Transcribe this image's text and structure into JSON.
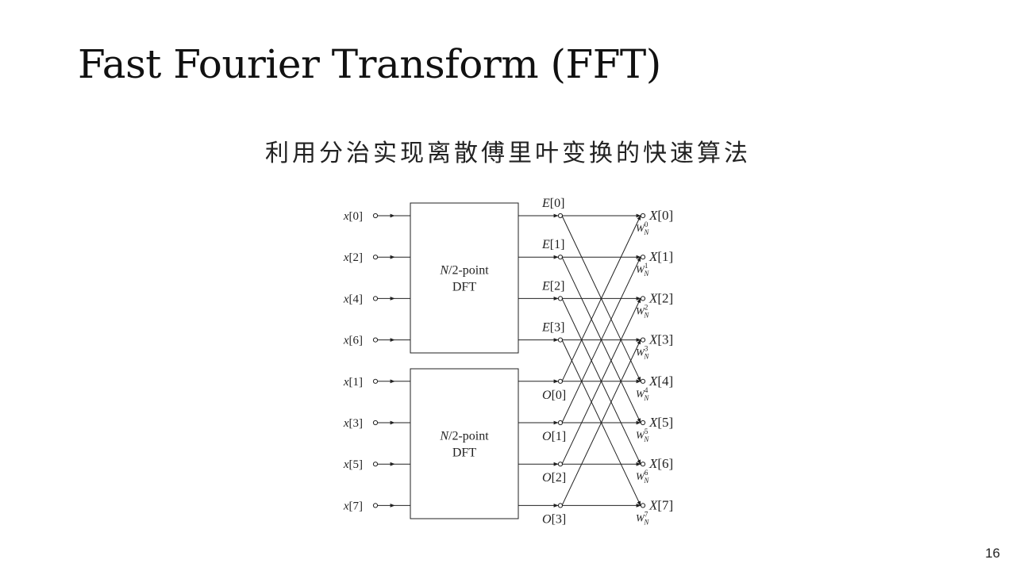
{
  "slide": {
    "title": "Fast Fourier Transform (FFT)",
    "subtitle": "利用分治实现离散傅里叶变换的快速算法",
    "page_number": "16"
  },
  "diagram": {
    "inputs": [
      "x[0]",
      "x[2]",
      "x[4]",
      "x[6]",
      "x[1]",
      "x[3]",
      "x[5]",
      "x[7]"
    ],
    "blocks": [
      {
        "line1": "N/2-point",
        "line2": "DFT"
      },
      {
        "line1": "N/2-point",
        "line2": "DFT"
      }
    ],
    "intermediates": [
      "E[0]",
      "E[1]",
      "E[2]",
      "E[3]",
      "O[0]",
      "O[1]",
      "O[2]",
      "O[3]"
    ],
    "outputs": [
      "X[0]",
      "X[1]",
      "X[2]",
      "X[3]",
      "X[4]",
      "X[5]",
      "X[6]",
      "X[7]"
    ],
    "twiddle_base": "W",
    "twiddle_subscript": "N",
    "twiddle_exponents": [
      "0",
      "1",
      "2",
      "3",
      "4",
      "5",
      "6",
      "7"
    ]
  }
}
